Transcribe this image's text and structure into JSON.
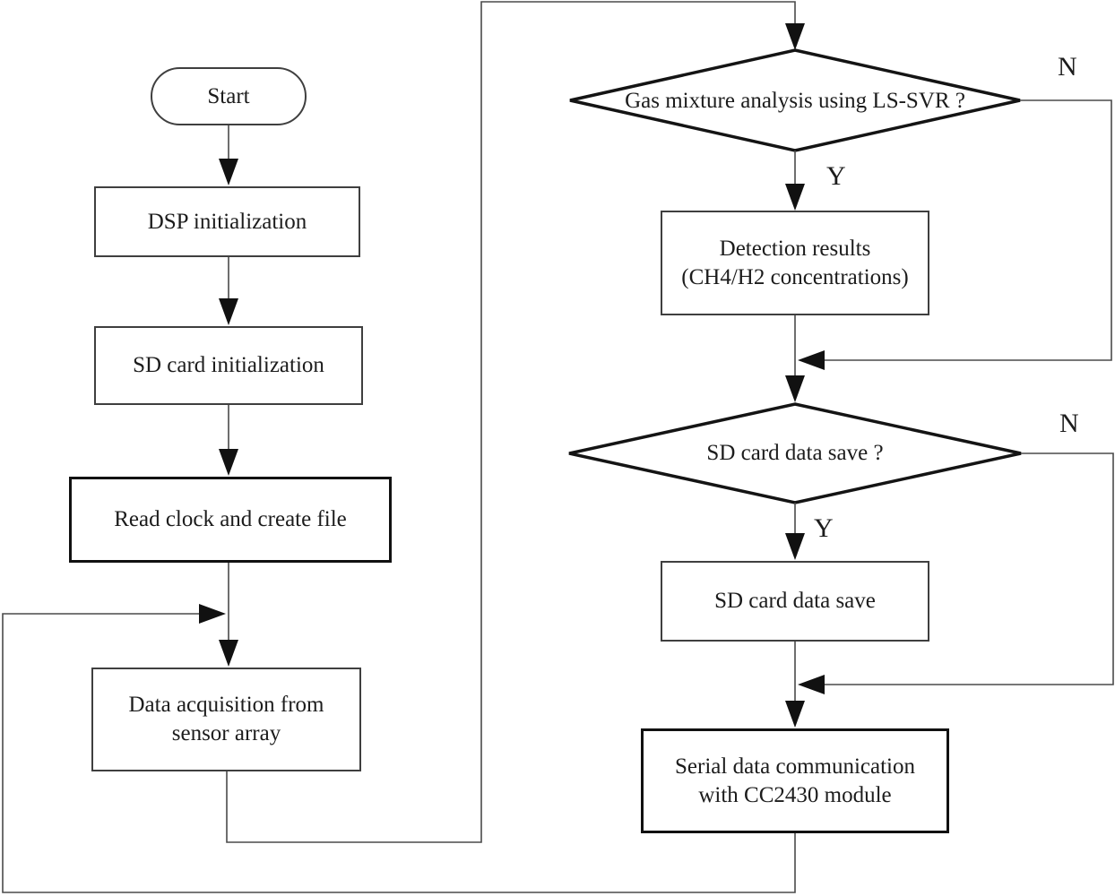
{
  "flowchart": {
    "nodes": {
      "start": {
        "label": "Start"
      },
      "dsp_init": {
        "label": "DSP initialization"
      },
      "sd_init": {
        "label": "SD card initialization"
      },
      "read_clock": {
        "label": "Read clock and create file"
      },
      "data_acquisition": {
        "lines": [
          "Data acquisition from",
          "sensor array"
        ]
      },
      "gas_analysis_decision": {
        "label": "Gas mixture analysis using LS-SVR ?"
      },
      "detection_results": {
        "lines": [
          "Detection results",
          "(CH4/H2 concentrations)"
        ]
      },
      "sd_save_decision": {
        "label": "SD card data save ?"
      },
      "sd_card_save": {
        "label": "SD card data save"
      },
      "serial_communication": {
        "lines": [
          "Serial data communication",
          "with CC2430 module"
        ]
      }
    },
    "edge_labels": {
      "gas_analysis_yes": "Y",
      "gas_analysis_no": "N",
      "sd_save_yes": "Y",
      "sd_save_no": "N"
    },
    "colors": {
      "background": "#ffffff",
      "connector_line": "#4a4a4a",
      "shape_border": "#3f3f3f",
      "bold_border": "#111111",
      "arrow_fill": "#111111",
      "text": "#1c1c1c"
    }
  }
}
